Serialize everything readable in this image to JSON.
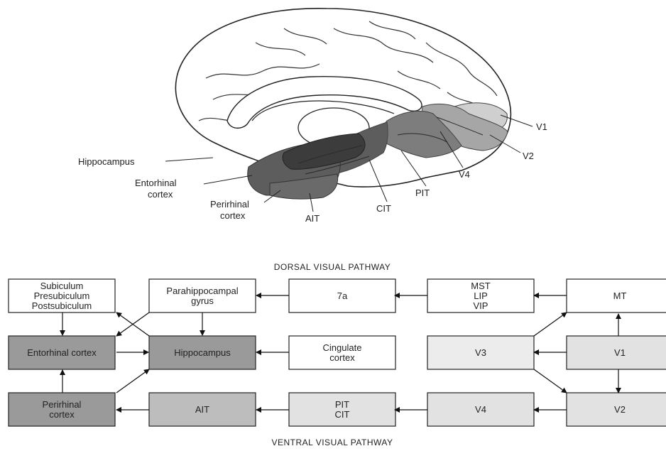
{
  "brain_labels": {
    "hippocampus": "Hippocampus",
    "entorhinal_1": "Entorhinal",
    "entorhinal_2": "cortex",
    "perirhinal_1": "Perirhinal",
    "perirhinal_2": "cortex",
    "ait": "AIT",
    "cit": "CIT",
    "pit": "PIT",
    "v4": "V4",
    "v2": "V2",
    "v1": "V1"
  },
  "pathway_titles": {
    "dorsal": "DORSAL VISUAL PATHWAY",
    "ventral": "VENTRAL VISUAL PATHWAY"
  },
  "boxes": {
    "subiculum": [
      "Subiculum",
      "Presubiculum",
      "Postsubiculum"
    ],
    "parahippocampal": [
      "Parahippocampal",
      "gyrus"
    ],
    "seven_a": [
      "7a"
    ],
    "mst": [
      "MST",
      "LIP",
      "VIP"
    ],
    "mt": [
      "MT"
    ],
    "entorhinal": [
      "Entorhinal cortex"
    ],
    "hippocampus": [
      "Hippocampus"
    ],
    "cingulate": [
      "Cingulate",
      "cortex"
    ],
    "v3": [
      "V3"
    ],
    "v1": [
      "V1"
    ],
    "perirhinal": [
      "Perirhinal",
      "cortex"
    ],
    "ait": [
      "AIT"
    ],
    "pit_cit": [
      "PIT",
      "CIT"
    ],
    "v4": [
      "V4"
    ],
    "v2": [
      "V2"
    ]
  },
  "colors": {
    "white_box": "#ffffff",
    "dark_gray_box": "#9a9a9a",
    "mid_gray_box": "#bdbdbd",
    "light_gray_box": "#e2e2e2",
    "very_light_box": "#ececec",
    "brain_darkest": "#3c3c3c",
    "brain_dark": "#5d5d5d",
    "brain_mid": "#7d7d7d",
    "brain_light": "#a6a6a6",
    "brain_lightest": "#cfcfcf"
  }
}
